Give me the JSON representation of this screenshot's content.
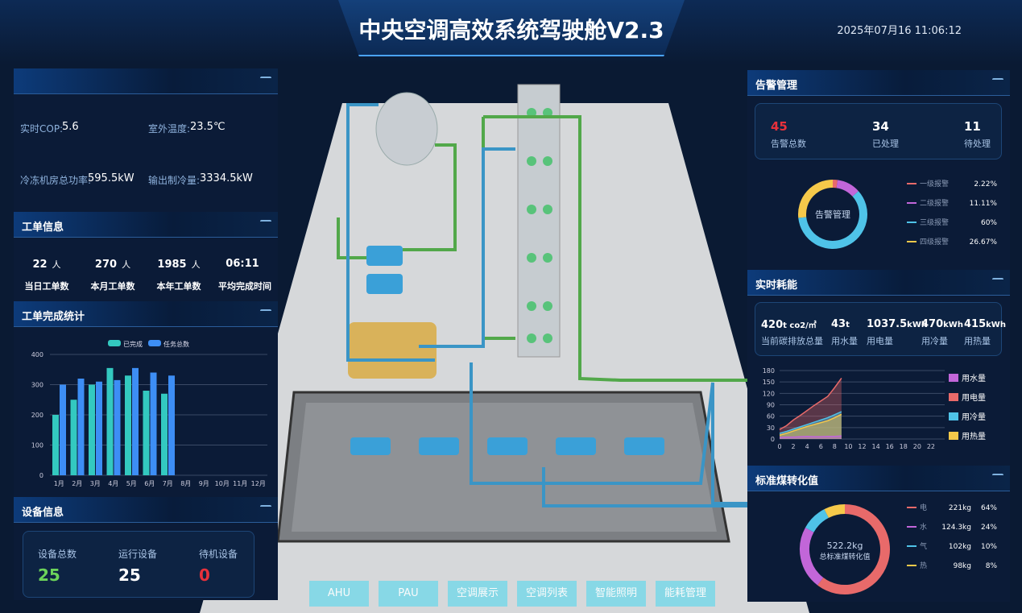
{
  "header": {
    "title": "中央空调高效系统驾驶舱V2.3",
    "datetime": "2025年07月16 11:06:12"
  },
  "overview": {
    "cop_label": "实时COP:",
    "cop": "5.6",
    "temp_label": "室外温度:",
    "temp": "23.5℃",
    "power_label": "冷冻机房总功率:",
    "power": "595.5kW",
    "cooling_label": "输出制冷量:",
    "cooling": "3334.5kW"
  },
  "workorder": {
    "title": "工单信息",
    "items": [
      {
        "value": "22",
        "unit": "人",
        "label": "当日工单数"
      },
      {
        "value": "270",
        "unit": "人",
        "label": "本月工单数"
      },
      {
        "value": "1985",
        "unit": "人",
        "label": "本年工单数"
      },
      {
        "value": "06:11",
        "unit": "",
        "label": "平均完成时间"
      }
    ]
  },
  "completion": {
    "title": "工单完成统计"
  },
  "device": {
    "title": "设备信息",
    "items": [
      {
        "label": "设备总数",
        "value": "25"
      },
      {
        "label": "运行设备",
        "value": "25"
      },
      {
        "label": "待机设备",
        "value": "0"
      }
    ]
  },
  "alarm": {
    "title": "告警管理",
    "stats": [
      {
        "value": "45",
        "label": "告警总数"
      },
      {
        "value": "34",
        "label": "已处理"
      },
      {
        "value": "11",
        "label": "待处理"
      }
    ],
    "donut_center": "告警管理"
  },
  "energy": {
    "title": "实时耗能",
    "stats": [
      {
        "value": "420",
        "unit": "t co2/㎡",
        "label": "当前碳排放总量"
      },
      {
        "value": "43",
        "unit": "t",
        "label": "用水量"
      },
      {
        "value": "1037.5",
        "unit": "kWh",
        "label": "用电量"
      },
      {
        "value": "470",
        "unit": "kWh",
        "label": "用冷量"
      },
      {
        "value": "415",
        "unit": "kWh",
        "label": "用热量"
      }
    ]
  },
  "coal": {
    "title": "标准煤转化值",
    "center_value": "522.2kg",
    "center_label": "总标准煤转化值"
  },
  "nav": {
    "buttons": [
      "AHU",
      "PAU",
      "空调展示",
      "空调列表",
      "智能照明",
      "能耗管理"
    ]
  },
  "colors": {
    "accent": "#4aa3ff",
    "red": "#e8313b",
    "green": "#6cd35a",
    "teal": "#33c9c0",
    "blue": "#3d8ef5"
  },
  "chart_data": [
    {
      "type": "bar",
      "title": "工单完成统计",
      "categories": [
        "1月",
        "2月",
        "3月",
        "4月",
        "5月",
        "6月",
        "7月",
        "8月",
        "9月",
        "10月",
        "11月",
        "12月"
      ],
      "series": [
        {
          "name": "已完成",
          "color": "#33c9c0",
          "values": [
            200,
            250,
            300,
            355,
            330,
            280,
            270,
            null,
            null,
            null,
            null,
            null
          ]
        },
        {
          "name": "任务总数",
          "color": "#3d8ef5",
          "values": [
            300,
            320,
            310,
            315,
            355,
            340,
            330,
            null,
            null,
            null,
            null,
            null
          ]
        }
      ],
      "ylim": [
        0,
        400
      ],
      "yticks": [
        0,
        100,
        200,
        300,
        400
      ],
      "legend": "top"
    },
    {
      "type": "pie",
      "title": "告警管理",
      "slices": [
        {
          "name": "一级报警",
          "value": 2.22,
          "label": "2.22%",
          "color": "#e86a6a"
        },
        {
          "name": "二级报警",
          "value": 11.11,
          "label": "11.11%",
          "color": "#c266d9"
        },
        {
          "name": "三级报警",
          "value": 60,
          "label": "60%",
          "color": "#4fc3e8"
        },
        {
          "name": "四级报警",
          "value": 26.67,
          "label": "26.67%",
          "color": "#f5c94a"
        }
      ]
    },
    {
      "type": "area",
      "x": [
        0,
        1,
        2,
        3,
        4,
        5,
        6,
        7,
        8,
        9
      ],
      "xticks": [
        0,
        2,
        4,
        6,
        8,
        10,
        12,
        14,
        16,
        18,
        20,
        22
      ],
      "ylim": [
        0,
        180
      ],
      "yticks": [
        0,
        30,
        60,
        90,
        120,
        150,
        180
      ],
      "legend": "right",
      "series": [
        {
          "name": "用水量",
          "color": "#c266d9",
          "values": [
            4,
            5,
            5,
            6,
            7,
            6,
            6,
            7,
            7,
            8
          ]
        },
        {
          "name": "用电量",
          "color": "#e86a6a",
          "values": [
            25,
            35,
            50,
            62,
            75,
            88,
            100,
            112,
            135,
            160
          ]
        },
        {
          "name": "用冷量",
          "color": "#4fc3e8",
          "values": [
            15,
            20,
            26,
            32,
            38,
            44,
            50,
            56,
            64,
            72
          ]
        },
        {
          "name": "用热量",
          "color": "#f5c94a",
          "values": [
            10,
            15,
            21,
            27,
            33,
            38,
            43,
            48,
            56,
            65
          ]
        }
      ]
    },
    {
      "type": "pie",
      "title": "标准煤转化值",
      "slices": [
        {
          "name": "电",
          "amount": "221kg",
          "value": 64,
          "label": "64%",
          "color": "#e86a6a"
        },
        {
          "name": "水",
          "amount": "124.3kg",
          "value": 24,
          "label": "24%",
          "color": "#c266d9"
        },
        {
          "name": "气",
          "amount": "102kg",
          "value": 10,
          "label": "10%",
          "color": "#4fc3e8"
        },
        {
          "name": "热",
          "amount": "98kg",
          "value": 8,
          "label": "8%",
          "color": "#f5c94a"
        }
      ]
    }
  ]
}
